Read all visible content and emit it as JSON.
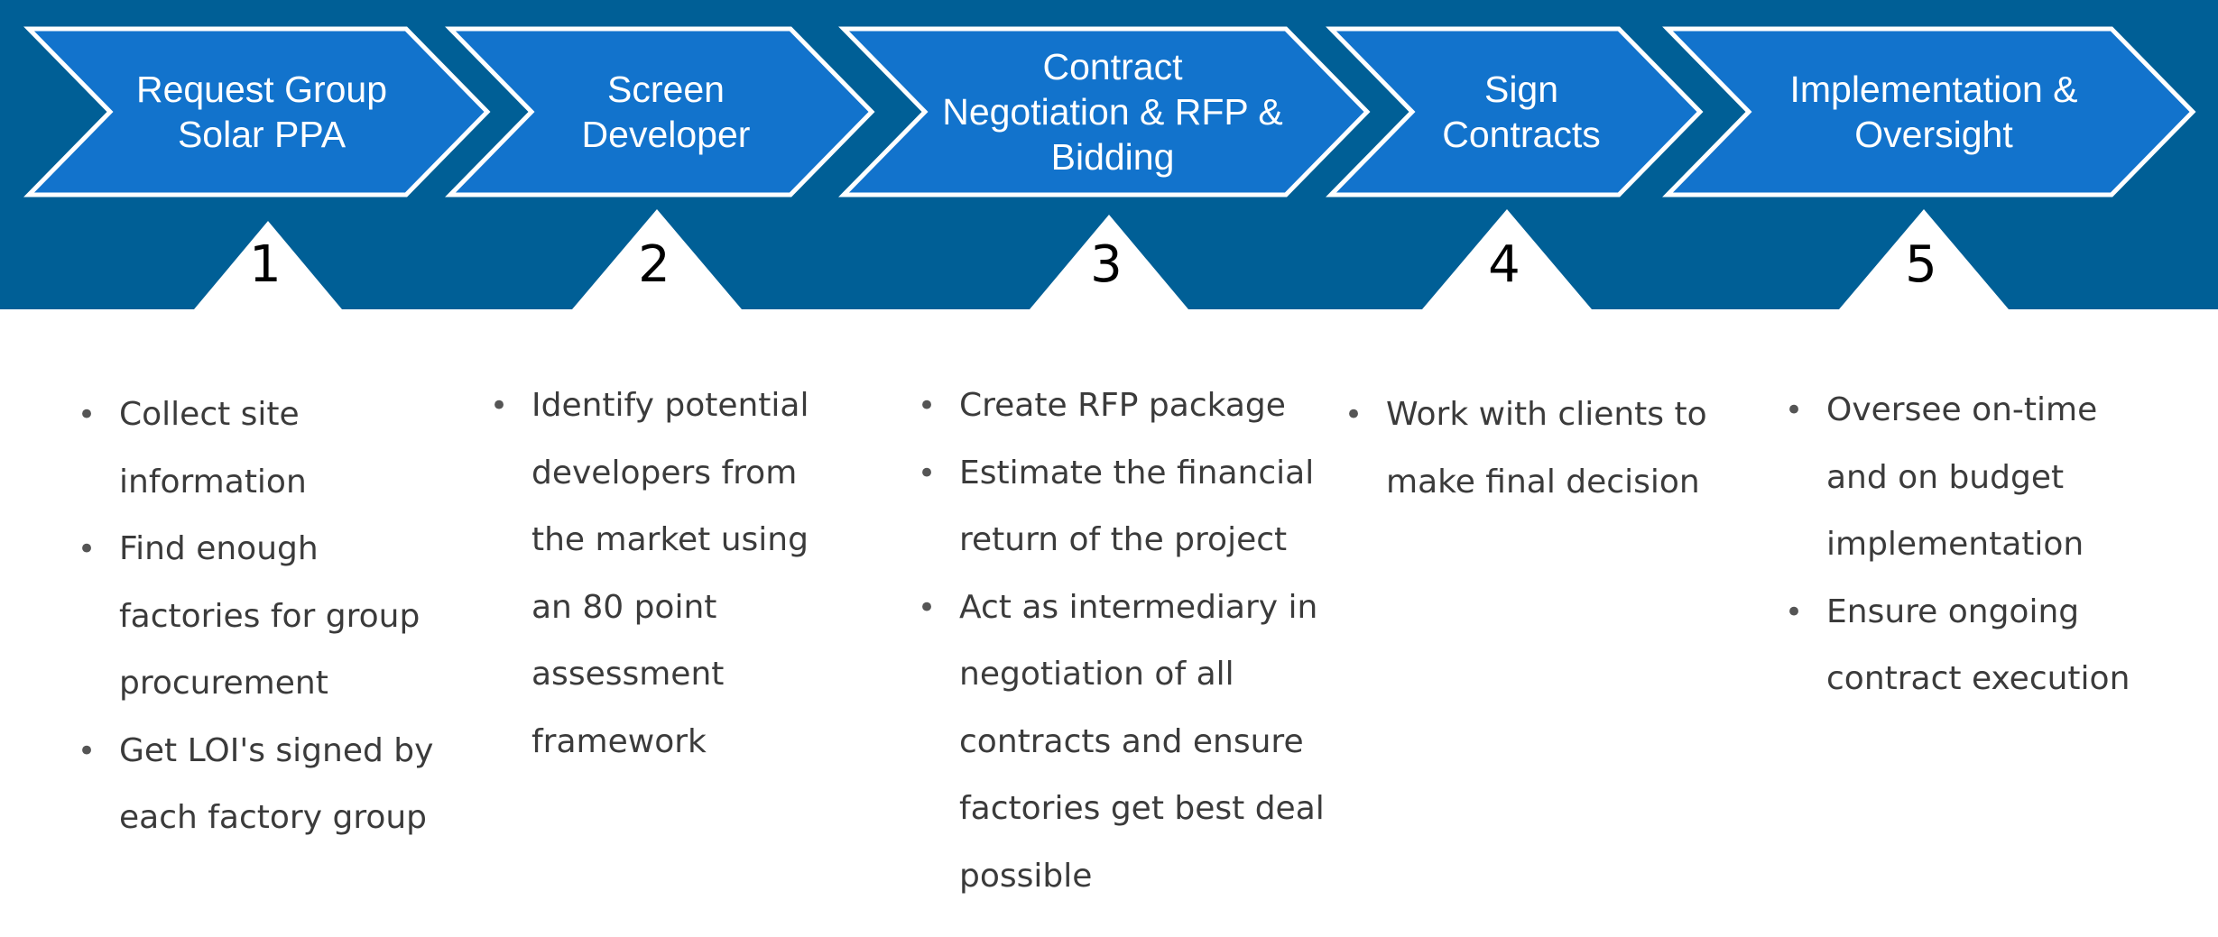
{
  "colors": {
    "band": "#005f96",
    "chevron_fill": "#1273cc",
    "chevron_stroke": "#ffffff",
    "text_dark": "#3b3b3b"
  },
  "steps": [
    {
      "number": "1",
      "title_lines": [
        "Request Group",
        "Solar PPA"
      ],
      "bullets": [
        [
          "Collect site",
          "information"
        ],
        [
          "Find enough",
          "factories for group",
          "procurement"
        ],
        [
          "Get LOI's signed by",
          "each factory group"
        ]
      ]
    },
    {
      "number": "2",
      "title_lines": [
        "Screen",
        "Developer"
      ],
      "bullets": [
        [
          "Identify potential",
          "developers from",
          "the market using",
          "an 80 point",
          "assessment",
          "framework"
        ]
      ]
    },
    {
      "number": "3",
      "title_lines": [
        "Contract",
        "Negotiation & RFP &",
        "Bidding"
      ],
      "bullets": [
        [
          "Create RFP package"
        ],
        [
          "Estimate the financial",
          "return of the project"
        ],
        [
          "Act as intermediary in",
          "negotiation of all",
          "contracts  and ensure",
          "factories get best deal",
          "possible"
        ]
      ]
    },
    {
      "number": "4",
      "title_lines": [
        "Sign",
        "Contracts"
      ],
      "bullets": [
        [
          "Work with clients to",
          "make final decision"
        ]
      ]
    },
    {
      "number": "5",
      "title_lines": [
        "Implementation &",
        "Oversight"
      ],
      "bullets": [
        [
          "Oversee on-time",
          "and on budget",
          "implementation"
        ],
        [
          "Ensure ongoing",
          "contract execution"
        ]
      ]
    }
  ]
}
